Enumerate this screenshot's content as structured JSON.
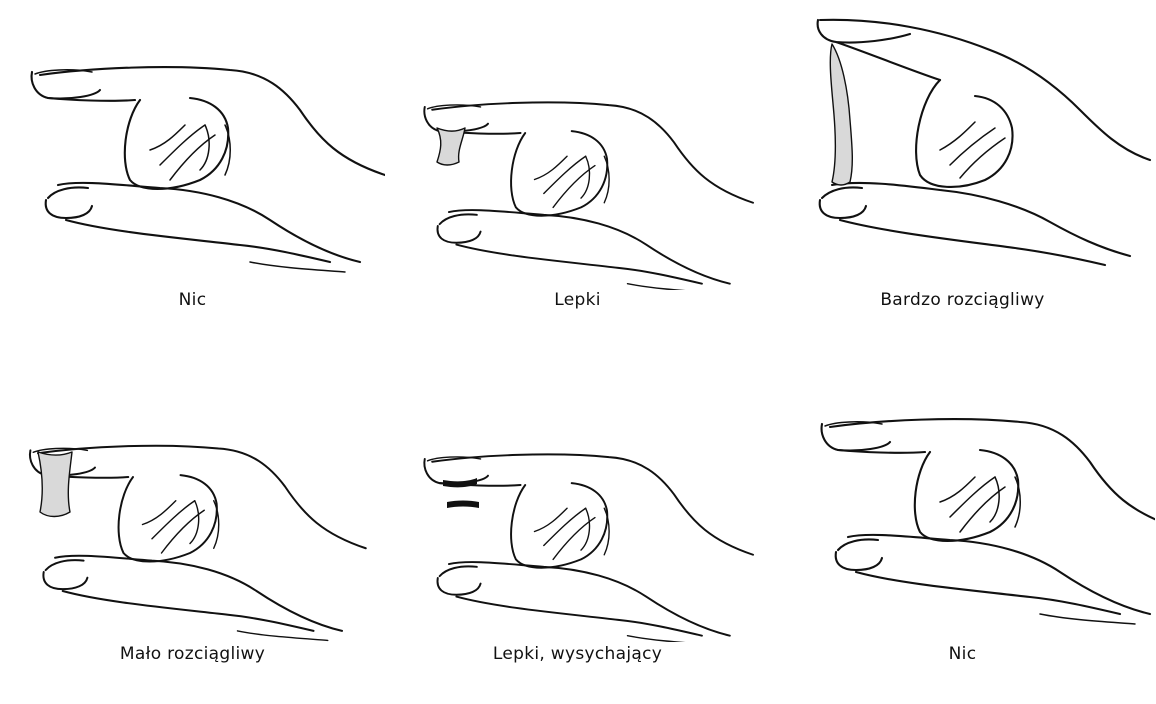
{
  "figure": {
    "panels": [
      {
        "caption": "Nic",
        "variant": "none"
      },
      {
        "caption": "Lepki",
        "variant": "sticky"
      },
      {
        "caption": "Bardzo rozciągliwy",
        "variant": "very-stretchy"
      },
      {
        "caption": "Mało rozciągliwy",
        "variant": "slightly-stretchy"
      },
      {
        "caption": "Lepki, wysychający",
        "variant": "sticky-drying"
      },
      {
        "caption": "Nic",
        "variant": "none"
      }
    ],
    "line_color": "#111111",
    "background": "#ffffff"
  }
}
